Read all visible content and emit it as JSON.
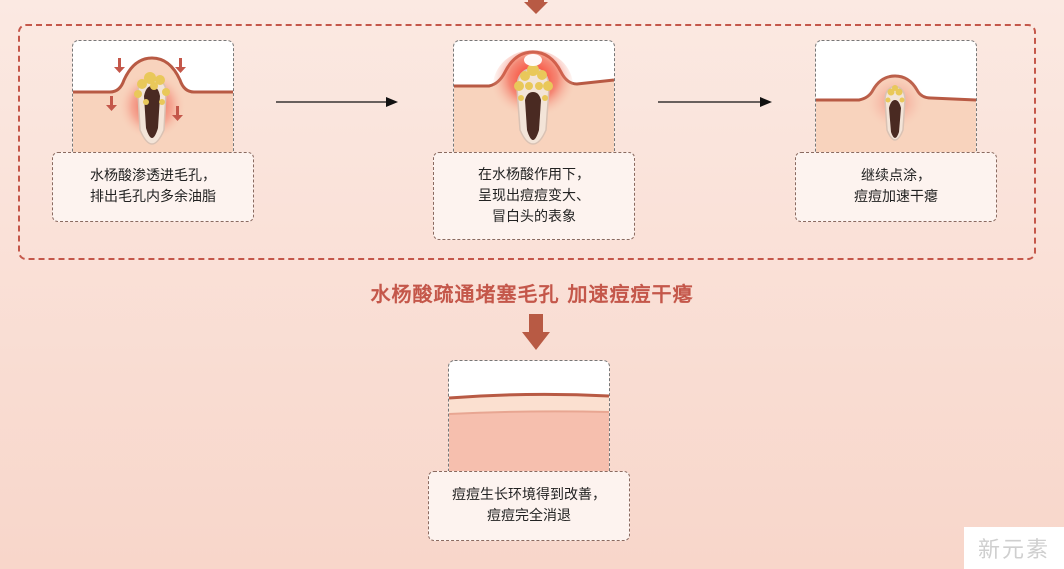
{
  "steps": [
    {
      "lines": [
        "水杨酸渗透进毛孔，",
        "排出毛孔内多余油脂"
      ]
    },
    {
      "lines": [
        "在水杨酸作用下，",
        "呈现出痘痘变大、",
        "冒白头的表象"
      ]
    },
    {
      "lines": [
        "继续点涂，",
        "痘痘加速干瘪"
      ]
    }
  ],
  "summary": "水杨酸疏通堵塞毛孔 加速痘痘干瘪",
  "result": {
    "lines": [
      "痘痘生长环境得到改善，",
      "痘痘完全消退"
    ]
  },
  "watermark": "新元素",
  "colors": {
    "accent": "#c4574a",
    "skin": "#f8d3bd",
    "skin_dark": "#b85a44",
    "pore_core": "#4a2a22",
    "sebum": "#e9c85a",
    "inflammation": "#e02a1a"
  }
}
